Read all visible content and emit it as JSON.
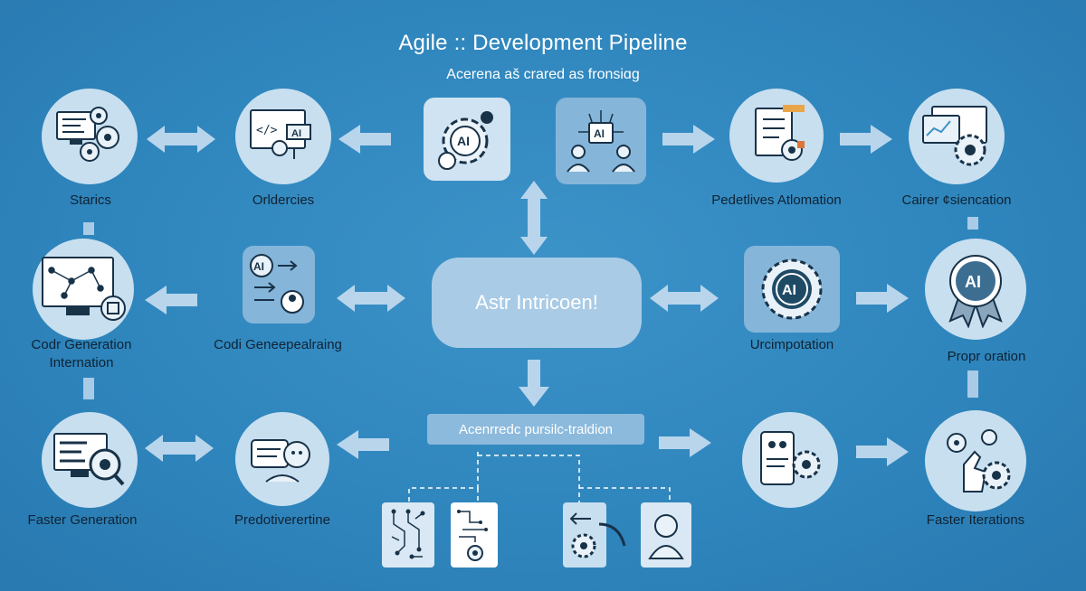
{
  "header": {
    "title": "Agile :: Development Pipeline",
    "subtitle": "Acerenа аš crared as fronsiɑg"
  },
  "nodes": {
    "statics": "Starics",
    "orldercies": "Orldercies",
    "predetives": "Pedetlives Atlomation",
    "cairer": "Cairer ¢siencation",
    "code_gen_info": "Codr Generation\nInternation",
    "code_gen_pair": "Codi Geneepealraing",
    "center": "Astr Intricoen!",
    "urcimpotation": "Urcimpotation",
    "proproration": "Propr oration",
    "faster_generation": "Faster Generation",
    "predotive": "Predotiverertine",
    "faster_iterations": "Faster Iterations",
    "sub_center": "Acenrredc pursilc-traldion"
  },
  "icons": {
    "ai_badge": "AI",
    "ai_gear": "AI",
    "ai_chip": "AI",
    "ai_code": "AI",
    "ai_circle": "AI",
    "ai_medal": "AI",
    "code_tag": "</>",
    "code_ai": "AI"
  },
  "colors": {
    "background": "#2f86bd",
    "circle_fill": "#c8dff0",
    "square_fill": "#85b5d9",
    "arrow": "#b8d5ec",
    "icon_stroke": "#183248"
  }
}
